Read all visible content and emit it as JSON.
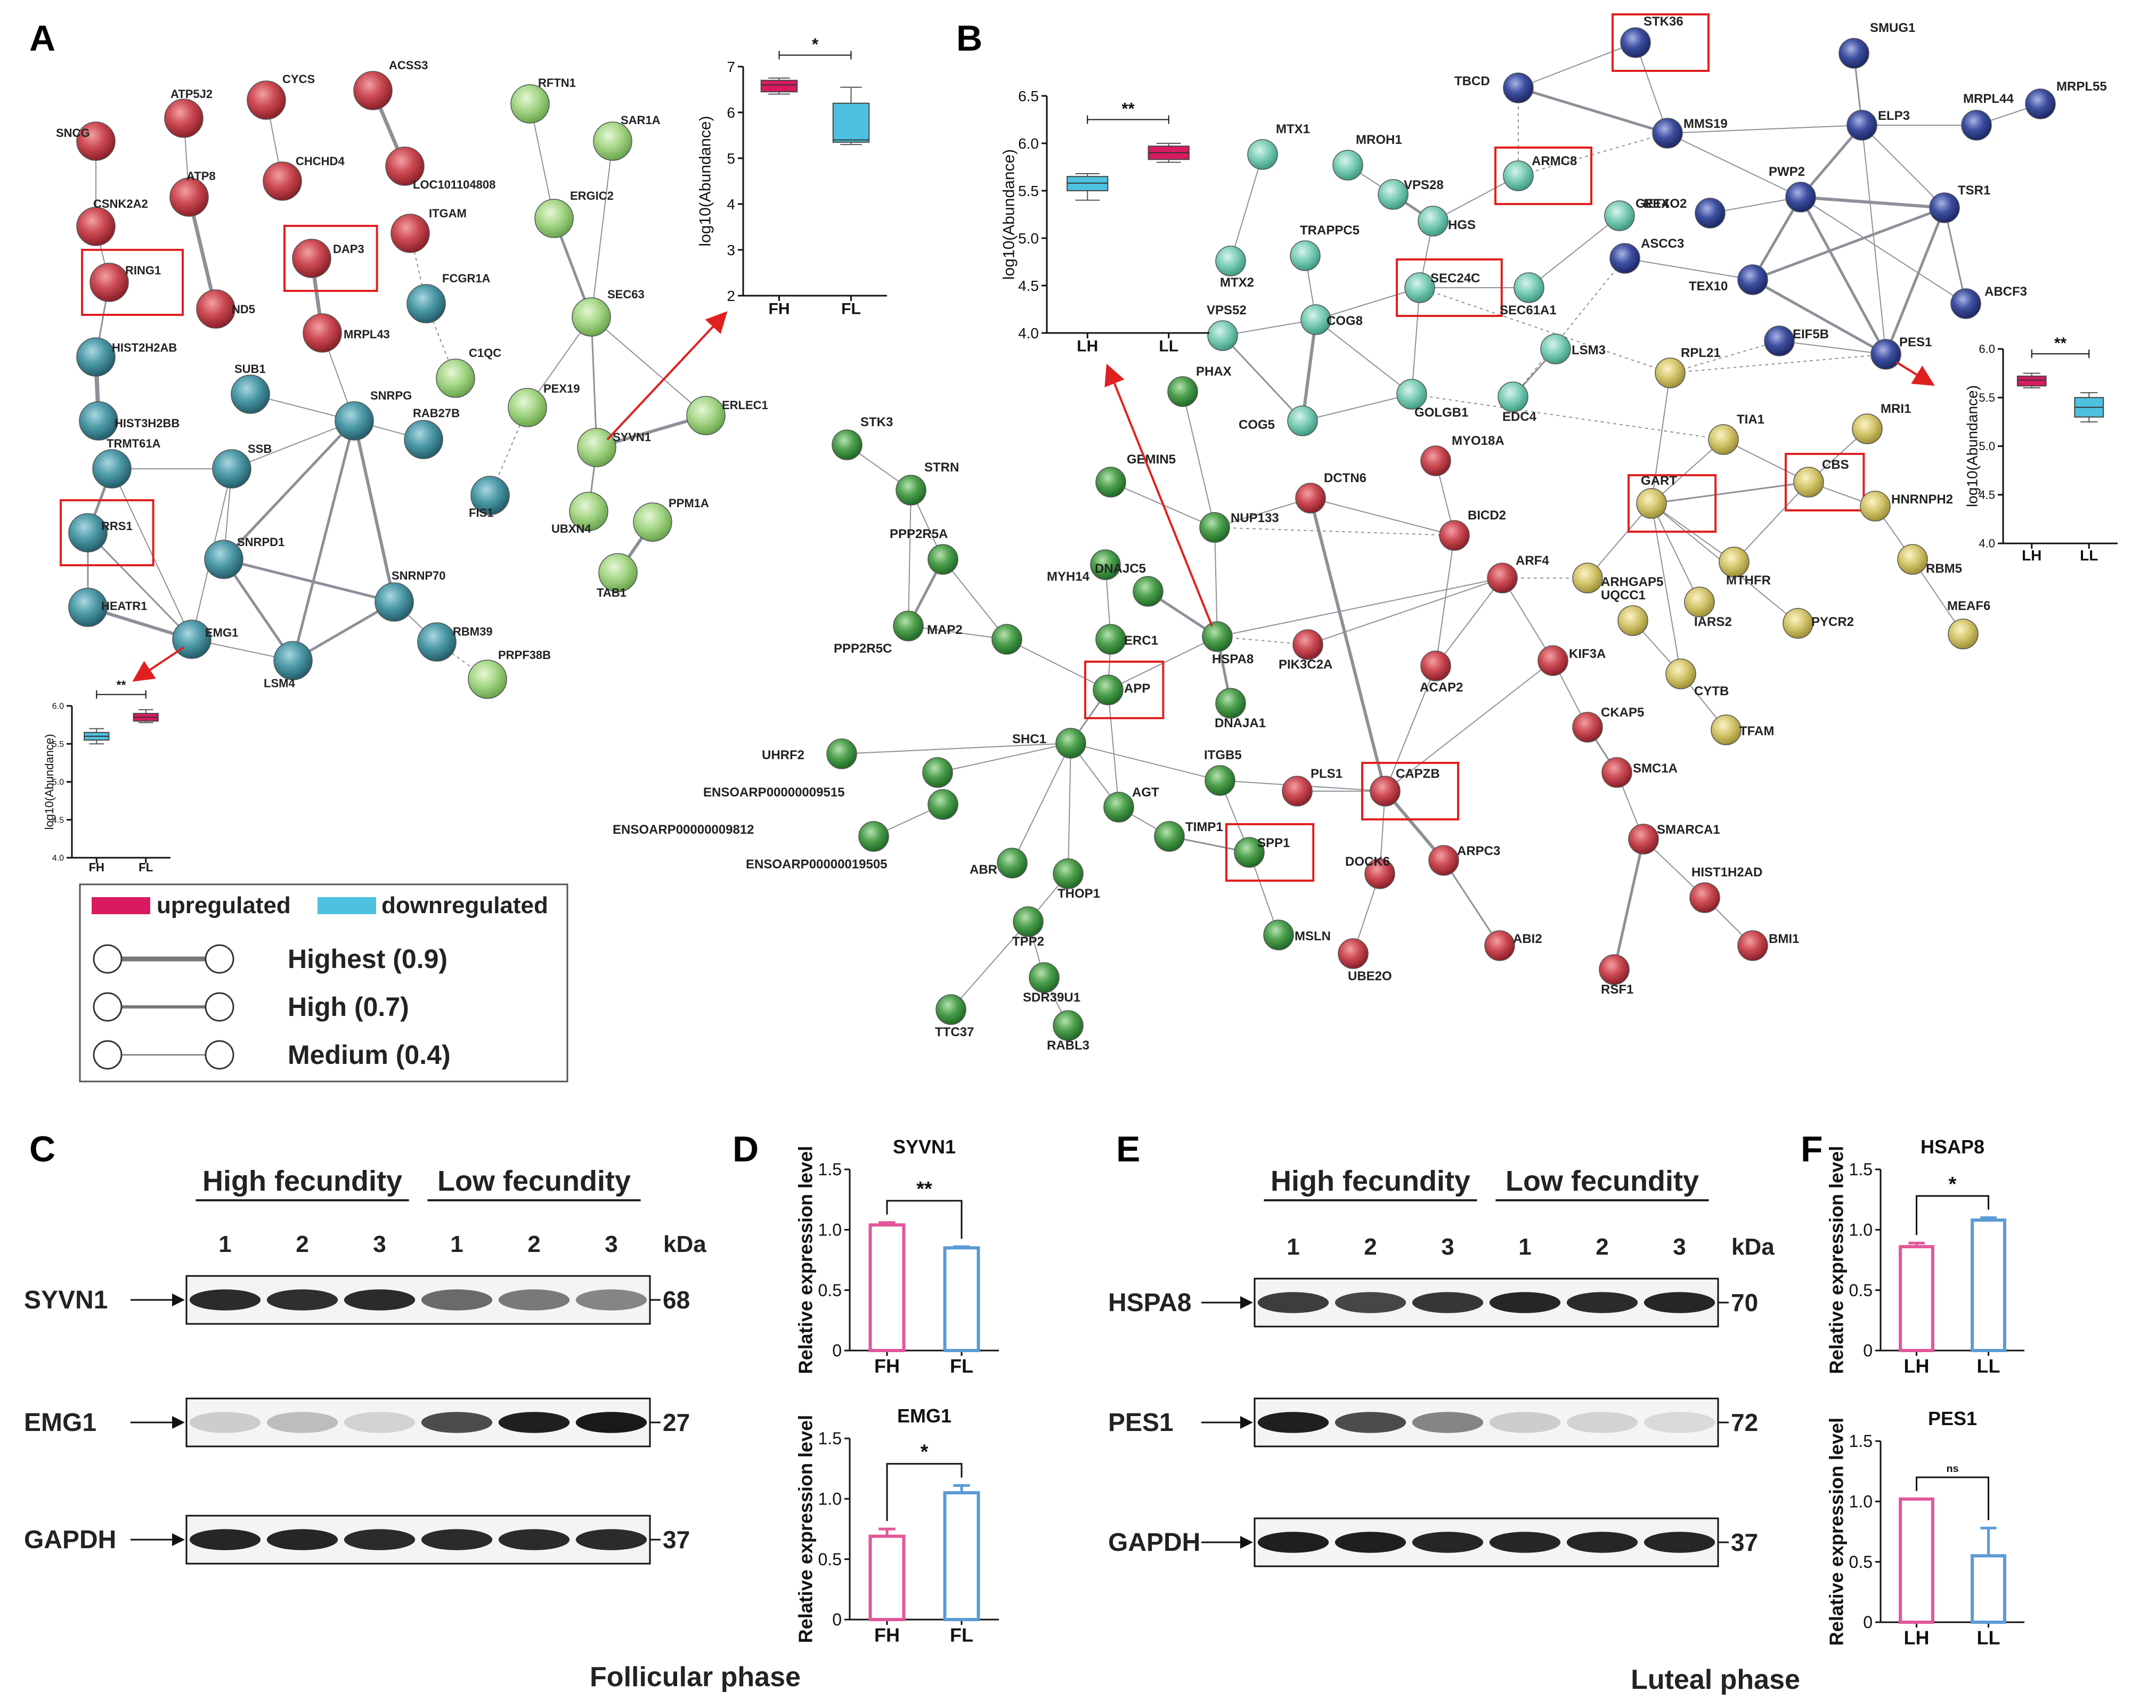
{
  "panels": {
    "A": "A",
    "B": "B",
    "C": "C",
    "D": "D",
    "E": "E",
    "F": "F"
  },
  "legend": {
    "upregulated": "upregulated",
    "downregulated": "downregulated",
    "up_color": "#d81b60",
    "down_color": "#4ec1e0",
    "lines": [
      {
        "label": "Highest (0.9)",
        "weight": "heavy"
      },
      {
        "label": "High (0.7)",
        "weight": "medium"
      },
      {
        "label": "Medium (0.4)",
        "weight": "thin"
      }
    ]
  },
  "network_A": {
    "nodes": [
      {
        "label": "SNCG",
        "group": "red"
      },
      {
        "label": "ATP5J2",
        "group": "red"
      },
      {
        "label": "CYCS",
        "group": "red"
      },
      {
        "label": "ACSS3",
        "group": "red"
      },
      {
        "label": "CSNK2A2",
        "group": "red"
      },
      {
        "label": "ATP8",
        "group": "red"
      },
      {
        "label": "CHCHD4",
        "group": "red"
      },
      {
        "label": "LOC101104808",
        "group": "red"
      },
      {
        "label": "RING1",
        "group": "red",
        "boxed": true
      },
      {
        "label": "DAP3",
        "group": "red",
        "boxed": true
      },
      {
        "label": "ITGAM",
        "group": "red"
      },
      {
        "label": "ND5",
        "group": "red"
      },
      {
        "label": "MRPL43",
        "group": "red"
      },
      {
        "label": "HIST2H2AB",
        "group": "teal"
      },
      {
        "label": "FCGR1A",
        "group": "teal"
      },
      {
        "label": "HIST3H2BB",
        "group": "teal"
      },
      {
        "label": "SUB1",
        "group": "teal"
      },
      {
        "label": "SNRPG",
        "group": "teal"
      },
      {
        "label": "RAB27B",
        "group": "teal"
      },
      {
        "label": "TRMT61A",
        "group": "teal"
      },
      {
        "label": "SSB",
        "group": "teal"
      },
      {
        "label": "RRS1",
        "group": "teal",
        "boxed": true
      },
      {
        "label": "SNRPD1",
        "group": "teal"
      },
      {
        "label": "SNRNP70",
        "group": "teal"
      },
      {
        "label": "HEATR1",
        "group": "teal"
      },
      {
        "label": "EMG1",
        "group": "teal"
      },
      {
        "label": "LSM4",
        "group": "teal"
      },
      {
        "label": "RBM39",
        "group": "teal"
      },
      {
        "label": "FIS1",
        "group": "teal"
      },
      {
        "label": "RFTN1",
        "group": "green"
      },
      {
        "label": "SAR1A",
        "group": "green"
      },
      {
        "label": "ERGIC2",
        "group": "green"
      },
      {
        "label": "SEC63",
        "group": "green"
      },
      {
        "label": "C1QC",
        "group": "green"
      },
      {
        "label": "PEX19",
        "group": "green"
      },
      {
        "label": "SYVN1",
        "group": "green"
      },
      {
        "label": "ERLEC1",
        "group": "green"
      },
      {
        "label": "UBXN4",
        "group": "green"
      },
      {
        "label": "PPM1A",
        "group": "green"
      },
      {
        "label": "TAB1",
        "group": "green"
      },
      {
        "label": "PRPF38B",
        "group": "green"
      }
    ]
  },
  "network_B": {
    "nodes": [
      {
        "label": "STK36",
        "group": "blue",
        "boxed": true
      },
      {
        "label": "SMUG1",
        "group": "blue"
      },
      {
        "label": "TBCD",
        "group": "blue"
      },
      {
        "label": "ELP3",
        "group": "blue"
      },
      {
        "label": "MRPL44",
        "group": "blue"
      },
      {
        "label": "MRPL55",
        "group": "blue"
      },
      {
        "label": "MMS19",
        "group": "blue"
      },
      {
        "label": "REXO2",
        "group": "blue"
      },
      {
        "label": "PWP2",
        "group": "blue"
      },
      {
        "label": "TSR1",
        "group": "blue"
      },
      {
        "label": "ASCC3",
        "group": "blue"
      },
      {
        "label": "TEX10",
        "group": "blue"
      },
      {
        "label": "ABCF3",
        "group": "blue"
      },
      {
        "label": "EIF5B",
        "group": "blue"
      },
      {
        "label": "PES1",
        "group": "blue"
      },
      {
        "label": "MTX1",
        "group": "teal"
      },
      {
        "label": "MROH1",
        "group": "teal"
      },
      {
        "label": "ARMC8",
        "group": "teal",
        "boxed": true
      },
      {
        "label": "VPS28",
        "group": "teal"
      },
      {
        "label": "GET4",
        "group": "teal"
      },
      {
        "label": "HGS",
        "group": "teal"
      },
      {
        "label": "MTX2",
        "group": "teal"
      },
      {
        "label": "TRAPPC5",
        "group": "teal"
      },
      {
        "label": "SEC24C",
        "group": "teal",
        "boxed": true
      },
      {
        "label": "SEC61A1",
        "group": "teal"
      },
      {
        "label": "VPS52",
        "group": "teal"
      },
      {
        "label": "COG8",
        "group": "teal"
      },
      {
        "label": "LSM3",
        "group": "teal"
      },
      {
        "label": "GOLGB1",
        "group": "teal"
      },
      {
        "label": "EDC4",
        "group": "teal"
      },
      {
        "label": "COG5",
        "group": "teal"
      },
      {
        "label": "RPL21",
        "group": "yellow"
      },
      {
        "label": "MRI1",
        "group": "yellow"
      },
      {
        "label": "TIA1",
        "group": "yellow"
      },
      {
        "label": "CBS",
        "group": "yellow",
        "boxed": true
      },
      {
        "label": "GART",
        "group": "yellow",
        "boxed": true
      },
      {
        "label": "HNRNPH2",
        "group": "yellow"
      },
      {
        "label": "MTHFR",
        "group": "yellow"
      },
      {
        "label": "RBM5",
        "group": "yellow"
      },
      {
        "label": "ARHGAP5",
        "group": "yellow"
      },
      {
        "label": "UQCC1",
        "group": "yellow"
      },
      {
        "label": "IARS2",
        "group": "yellow"
      },
      {
        "label": "PYCR2",
        "group": "yellow"
      },
      {
        "label": "MEAF6",
        "group": "yellow"
      },
      {
        "label": "CYTB",
        "group": "yellow"
      },
      {
        "label": "TFAM",
        "group": "yellow"
      },
      {
        "label": "STK3",
        "group": "green"
      },
      {
        "label": "STRN",
        "group": "green"
      },
      {
        "label": "PHAX",
        "group": "green"
      },
      {
        "label": "GEMIN5",
        "group": "green"
      },
      {
        "label": "NUP133",
        "group": "green"
      },
      {
        "label": "PPP2R5A",
        "group": "green"
      },
      {
        "label": "MYH14",
        "group": "green"
      },
      {
        "label": "DNAJC5",
        "group": "green"
      },
      {
        "label": "PPP2R5C",
        "group": "green"
      },
      {
        "label": "MAP2",
        "group": "green"
      },
      {
        "label": "ERC1",
        "group": "green"
      },
      {
        "label": "HSPA8",
        "group": "green"
      },
      {
        "label": "APP",
        "group": "green",
        "boxed": true
      },
      {
        "label": "DNAJA1",
        "group": "green"
      },
      {
        "label": "SHC1",
        "group": "green"
      },
      {
        "label": "UHRF2",
        "group": "green"
      },
      {
        "label": "ENSOARP00000009515",
        "group": "green"
      },
      {
        "label": "ENSOARP00000009812",
        "group": "green"
      },
      {
        "label": "ENSOARP00000019505",
        "group": "green"
      },
      {
        "label": "AGT",
        "group": "green"
      },
      {
        "label": "ITGB5",
        "group": "green"
      },
      {
        "label": "TIMP1",
        "group": "green"
      },
      {
        "label": "SPP1",
        "group": "green",
        "boxed": true
      },
      {
        "label": "ABR",
        "group": "green"
      },
      {
        "label": "THOP1",
        "group": "green"
      },
      {
        "label": "MSLN",
        "group": "green"
      },
      {
        "label": "TPP2",
        "group": "green"
      },
      {
        "label": "SDR39U1",
        "group": "green"
      },
      {
        "label": "RABL3",
        "group": "green"
      },
      {
        "label": "TTC37",
        "group": "green"
      },
      {
        "label": "DCTN6",
        "group": "red"
      },
      {
        "label": "MYO18A",
        "group": "red"
      },
      {
        "label": "BICD2",
        "group": "red"
      },
      {
        "label": "ARF4",
        "group": "red"
      },
      {
        "label": "PIK3C2A",
        "group": "red"
      },
      {
        "label": "KIF3A",
        "group": "red"
      },
      {
        "label": "ACAP2",
        "group": "red"
      },
      {
        "label": "CKAP5",
        "group": "red"
      },
      {
        "label": "PLS1",
        "group": "red"
      },
      {
        "label": "CAPZB",
        "group": "red",
        "boxed": true
      },
      {
        "label": "SMC1A",
        "group": "red"
      },
      {
        "label": "ARPC3",
        "group": "red"
      },
      {
        "label": "DOCK6",
        "group": "red"
      },
      {
        "label": "SMARCA1",
        "group": "red"
      },
      {
        "label": "HIST1H2AD",
        "group": "red"
      },
      {
        "label": "UBE2O",
        "group": "red"
      },
      {
        "label": "ABI2",
        "group": "red"
      },
      {
        "label": "BMI1",
        "group": "red"
      },
      {
        "label": "RSF1",
        "group": "red"
      }
    ]
  },
  "chart_data": [
    {
      "id": "A-syvn1",
      "type": "box",
      "ylabel": "log10(Abundance)",
      "ylim": [
        2,
        7
      ],
      "yticks": [
        "2",
        "3",
        "4",
        "5",
        "6",
        "7"
      ],
      "categories": [
        "FH",
        "FL"
      ],
      "boxes": [
        {
          "name": "FH",
          "min": 6.4,
          "q1": 6.45,
          "median": 6.6,
          "q3": 6.7,
          "max": 6.75,
          "color": "up"
        },
        {
          "name": "FL",
          "min": 5.3,
          "q1": 5.35,
          "median": 5.4,
          "q3": 6.2,
          "max": 6.55,
          "color": "down"
        }
      ],
      "sig": "*"
    },
    {
      "id": "A-emg1",
      "type": "box",
      "ylabel": "log10(Abundance)",
      "ylim": [
        4.0,
        6.0
      ],
      "yticks": [
        "4.0",
        "4.5",
        "5.0",
        "5.5",
        "6.0"
      ],
      "categories": [
        "FH",
        "FL"
      ],
      "boxes": [
        {
          "name": "FH",
          "min": 5.5,
          "q1": 5.55,
          "median": 5.6,
          "q3": 5.65,
          "max": 5.7,
          "color": "down"
        },
        {
          "name": "FL",
          "min": 5.78,
          "q1": 5.8,
          "median": 5.85,
          "q3": 5.9,
          "max": 5.95,
          "color": "up"
        }
      ],
      "sig": "**"
    },
    {
      "id": "B-hspa8",
      "type": "box",
      "ylabel": "log10(Abundance)",
      "ylim": [
        4.0,
        6.5
      ],
      "yticks": [
        "4.0",
        "4.5",
        "5.0",
        "5.5",
        "6.0",
        "6.5"
      ],
      "categories": [
        "LH",
        "LL"
      ],
      "boxes": [
        {
          "name": "LH",
          "min": 5.4,
          "q1": 5.5,
          "median": 5.58,
          "q3": 5.65,
          "max": 5.68,
          "color": "down"
        },
        {
          "name": "LL",
          "min": 5.8,
          "q1": 5.83,
          "median": 5.9,
          "q3": 5.97,
          "max": 6.0,
          "color": "up"
        }
      ],
      "sig": "**"
    },
    {
      "id": "B-pes1",
      "type": "box",
      "ylabel": "log10(Abundance)",
      "ylim": [
        4.0,
        6.0
      ],
      "yticks": [
        "4.0",
        "4.5",
        "5.0",
        "5.5",
        "6.0"
      ],
      "categories": [
        "LH",
        "LL"
      ],
      "boxes": [
        {
          "name": "LH",
          "min": 5.6,
          "q1": 5.62,
          "median": 5.68,
          "q3": 5.72,
          "max": 5.75,
          "color": "up"
        },
        {
          "name": "LL",
          "min": 5.25,
          "q1": 5.3,
          "median": 5.4,
          "q3": 5.5,
          "max": 5.55,
          "color": "down"
        }
      ],
      "sig": "**"
    },
    {
      "id": "D-syvn1",
      "type": "bar",
      "title": "SYVN1",
      "ylabel": "Relative expression level",
      "ylim": [
        0,
        1.5
      ],
      "yticks": [
        "0",
        "0.5",
        "1.0",
        "1.5"
      ],
      "categories": [
        "FH",
        "FL"
      ],
      "values": [
        1.04,
        0.85
      ],
      "errors": [
        0.02,
        0.01
      ],
      "sig": "**"
    },
    {
      "id": "D-emg1",
      "type": "bar",
      "title": "EMG1",
      "ylabel": "Relative expression level",
      "ylim": [
        0,
        1.5
      ],
      "yticks": [
        "0",
        "0.5",
        "1.0",
        "1.5"
      ],
      "categories": [
        "FH",
        "FL"
      ],
      "values": [
        0.69,
        1.05
      ],
      "errors": [
        0.06,
        0.06
      ],
      "sig": "*"
    },
    {
      "id": "F-hsap8",
      "type": "bar",
      "title": "HSAP8",
      "ylabel": "Relative expression level",
      "ylim": [
        0,
        1.5
      ],
      "yticks": [
        "0",
        "0.5",
        "1.0",
        "1.5"
      ],
      "categories": [
        "LH",
        "LL"
      ],
      "values": [
        0.86,
        1.08
      ],
      "errors": [
        0.03,
        0.02
      ],
      "sig": "*"
    },
    {
      "id": "F-pes1",
      "type": "bar",
      "title": "PES1",
      "ylabel": "Relative expression level",
      "ylim": [
        0,
        1.5
      ],
      "yticks": [
        "0",
        "0.5",
        "1.0",
        "1.5"
      ],
      "categories": [
        "LH",
        "LL"
      ],
      "values": [
        1.02,
        0.55
      ],
      "errors": [
        0,
        0.23
      ],
      "sig": "ns"
    }
  ],
  "western_C": {
    "groups": [
      "High fecundity",
      "Low fecundity"
    ],
    "lanes": [
      "1",
      "2",
      "3",
      "1",
      "2",
      "3"
    ],
    "kda_label": "kDa",
    "bands": [
      {
        "protein": "SYVN1",
        "kda": "68",
        "intensity": [
          0.9,
          0.88,
          0.9,
          0.62,
          0.55,
          0.5
        ]
      },
      {
        "protein": "EMG1",
        "kda": "27",
        "intensity": [
          0.18,
          0.25,
          0.15,
          0.75,
          0.95,
          0.98
        ]
      },
      {
        "protein": "GAPDH",
        "kda": "37",
        "intensity": [
          0.92,
          0.92,
          0.9,
          0.9,
          0.9,
          0.9
        ]
      }
    ],
    "caption": "Follicular phase"
  },
  "western_E": {
    "groups": [
      "High fecundity",
      "Low fecundity"
    ],
    "lanes": [
      "1",
      "2",
      "3",
      "1",
      "2",
      "3"
    ],
    "kda_label": "kDa",
    "bands": [
      {
        "protein": "HSPA8",
        "kda": "70",
        "intensity": [
          0.82,
          0.78,
          0.85,
          0.92,
          0.9,
          0.92
        ]
      },
      {
        "protein": "PES1",
        "kda": "72",
        "intensity": [
          0.95,
          0.75,
          0.5,
          0.18,
          0.15,
          0.12
        ]
      },
      {
        "protein": "GAPDH",
        "kda": "37",
        "intensity": [
          0.95,
          0.95,
          0.92,
          0.92,
          0.92,
          0.92
        ]
      }
    ],
    "caption": "Luteal phase"
  },
  "colors": {
    "red": "#c8454f",
    "teal": "#4e9aa8",
    "green": "#4ea04e",
    "lightgreen": "#9bd07a",
    "blue": "#3d4fa0",
    "yellow": "#d6c870",
    "mint": "#7fcfb9",
    "box_red": "#e02020",
    "pink_bar": "#e2579a",
    "blue_bar": "#5b9bd5"
  }
}
